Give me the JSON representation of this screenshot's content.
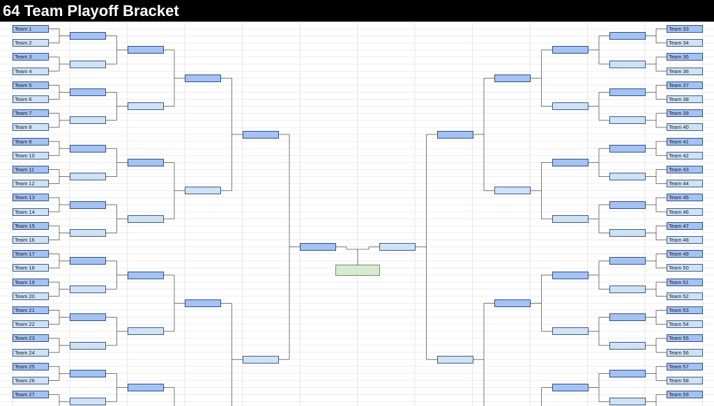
{
  "title": "64 Team Playoff Bracket",
  "colors": {
    "dark_slot": "#a4c2f4",
    "light_slot": "#cfe2f3",
    "champion_slot": "#d9ead3",
    "title_bar": "#000000"
  },
  "left_teams": [
    "Team 1",
    "Team 2",
    "Team 3",
    "Team 4",
    "Team 5",
    "Team 6",
    "Team 7",
    "Team 8",
    "Team 9",
    "Team 10",
    "Team 11",
    "Team 12",
    "Team 13",
    "Team 14",
    "Team 15",
    "Team 16",
    "Team 17",
    "Team 18",
    "Team 19",
    "Team 20",
    "Team 21",
    "Team 22",
    "Team 23",
    "Team 24",
    "Team 25",
    "Team 26",
    "Team 27"
  ],
  "right_teams": [
    "Team 33",
    "Team 34",
    "Team 35",
    "Team 36",
    "Team 37",
    "Team 38",
    "Team 39",
    "Team 40",
    "Team 41",
    "Team 42",
    "Team 43",
    "Team 44",
    "Team 45",
    "Team 46",
    "Team 47",
    "Team 48",
    "Team 49",
    "Team 50",
    "Team 51",
    "Team 52",
    "Team 53",
    "Team 54",
    "Team 55",
    "Team 56",
    "Team 57",
    "Team 58",
    "Team 59"
  ]
}
